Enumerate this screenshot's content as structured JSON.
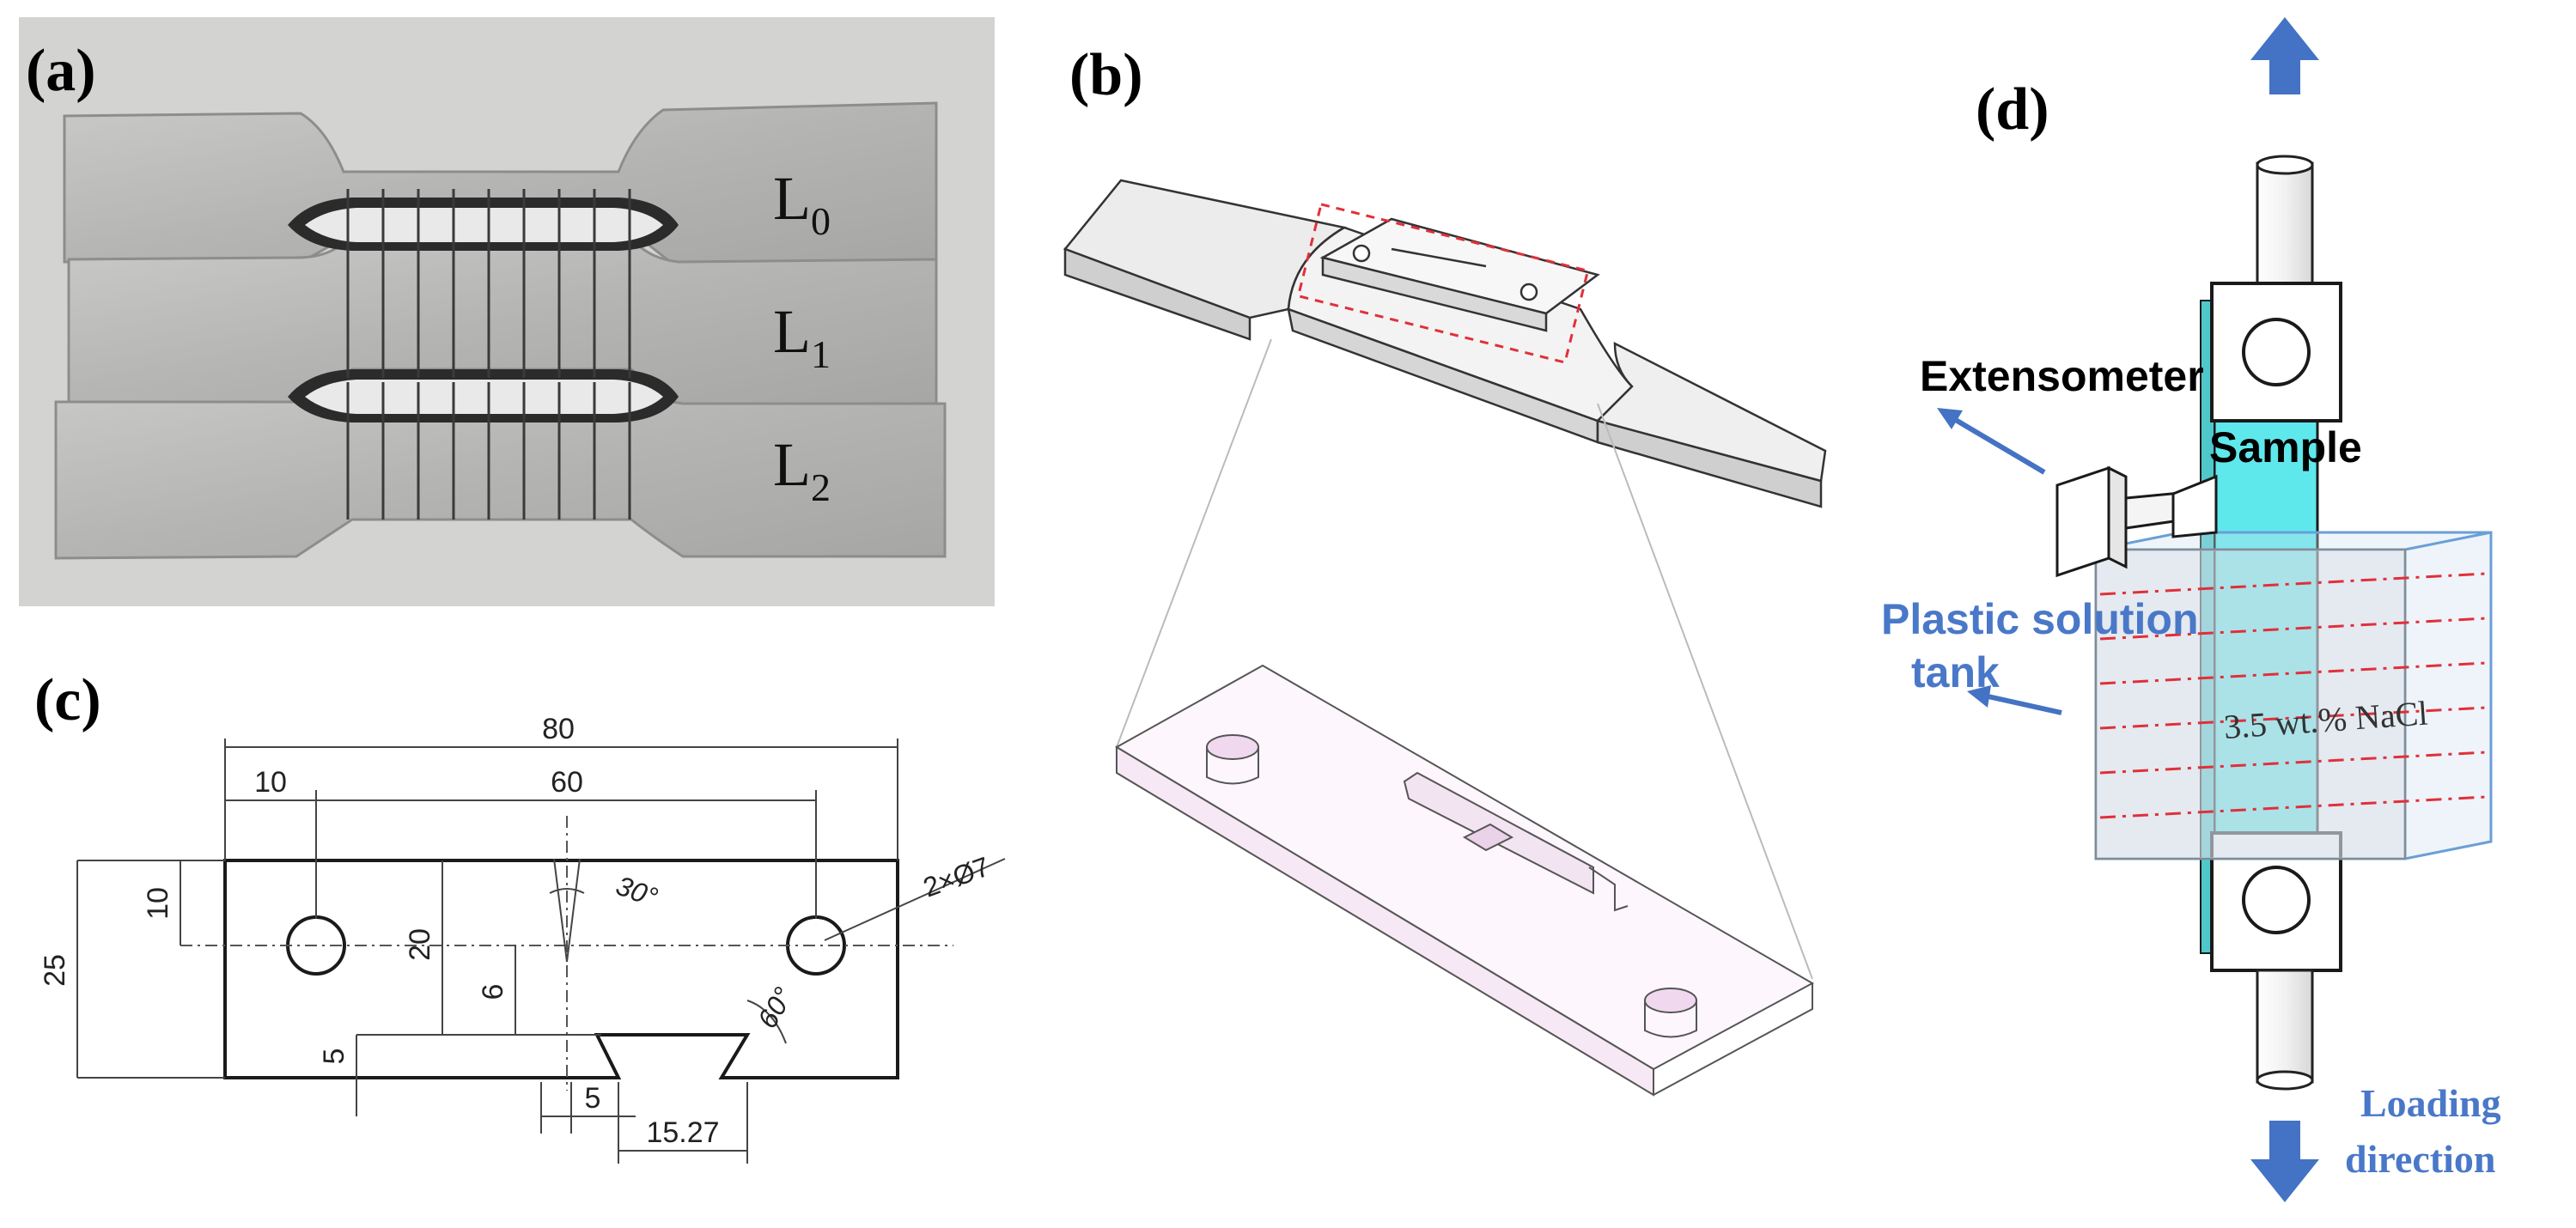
{
  "panels": {
    "a": {
      "label": "(a)",
      "specimen_labels": [
        {
          "base": "L",
          "sub": "0"
        },
        {
          "base": "L",
          "sub": "1"
        },
        {
          "base": "L",
          "sub": "2"
        }
      ]
    },
    "b": {
      "label": "(b)"
    },
    "c": {
      "label": "(c)",
      "dimensions": {
        "total_length": "80",
        "hole_offset": "10",
        "hole_spacing": "60",
        "total_height": "25",
        "hole_height": "10",
        "inner_height": "20",
        "notch_depth": "6",
        "base_height": "5",
        "notch_width": "5",
        "notch_offset": "15.27",
        "notch_angle": "30°",
        "side_angle": "60°",
        "hole_spec": "2×Ø7"
      }
    },
    "d": {
      "label": "(d)",
      "extensometer": "Extensometer",
      "sample": "Sample",
      "tank_line1": "Plastic solution",
      "tank_line2": "tank",
      "solution": "3.5 wt.% NaCl",
      "loading_line1": "Loading",
      "loading_line2": "direction"
    }
  },
  "colors": {
    "photo_bg": "#d2d2d0",
    "metal": "#bdbdbb",
    "sample_cyan": "#5fe8ec",
    "accent_blue": "#4472c4",
    "tank_text": "#4a78c8",
    "red_dash": "#e0303a"
  }
}
